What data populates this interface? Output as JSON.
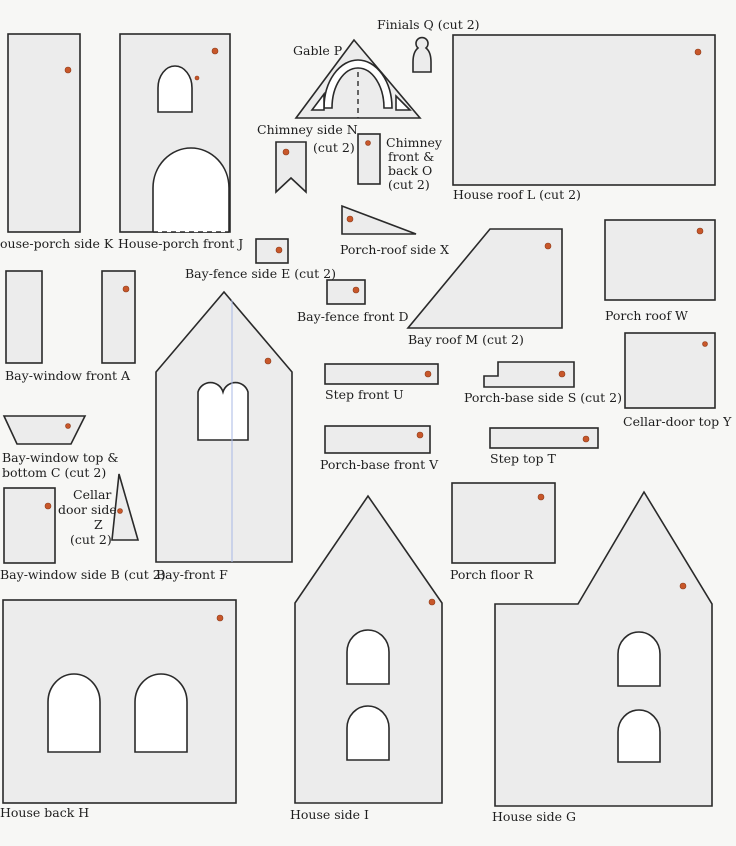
{
  "labels": {
    "finials": "Finials Q (cut 2)",
    "gable": "Gable P",
    "chimney_side": "Chimney side N",
    "chimney_side_cut": "(cut 2)",
    "chimney_front_1": "Chimney",
    "chimney_front_2": "front &",
    "chimney_front_3": "back O",
    "chimney_front_4": "(cut 2)",
    "house_roof": "House roof L (cut 2)",
    "porch_side": "ouse-porch side K",
    "porch_front": "House-porch front J",
    "porch_roof_side": "Porch-roof side X",
    "bay_fence_side": "Bay-fence side E (cut 2)",
    "bay_fence_front": "Bay-fence front D",
    "bay_roof": "Bay roof M (cut 2)",
    "porch_roof": "Porch roof W",
    "bay_window_front": "Bay-window front A",
    "step_front": "Step front U",
    "porch_base_side": "Porch-base side S (cut 2)",
    "cellar_door_top": "Cellar-door top Y",
    "bay_window_top_1": "Bay-window top &",
    "bay_window_top_2": "bottom C (cut 2)",
    "porch_base_front": "Porch-base front V",
    "step_top": "Step top T",
    "cellar_side_1": "Cellar",
    "cellar_side_2": "door side",
    "cellar_side_3": "Z",
    "cellar_side_4": "(cut 2)",
    "bay_window_side": "Bay-window side B (cut 2)",
    "bay_front": "Bay-front F",
    "porch_floor": "Porch floor R",
    "house_back": "House back H",
    "house_side_i": "House side I",
    "house_side_g": "House side G"
  }
}
